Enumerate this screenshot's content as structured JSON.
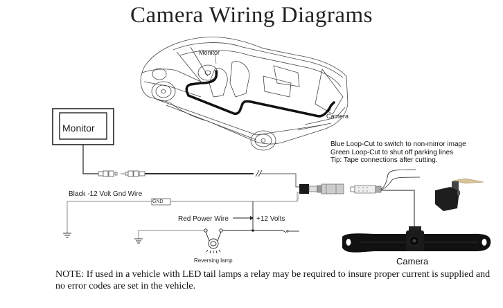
{
  "title": "Camera Wiring Diagrams",
  "car_illustration": {
    "monitor_label": "Monitor",
    "camera_label": "Camera"
  },
  "monitor_box": {
    "label": "Monitor"
  },
  "tips": {
    "blue": "Blue  Loop-Cut to switch to non-mirror image",
    "green": "Green Loop-Cut to shut off parking lines",
    "tip": "Tip: Tape connections after cutting."
  },
  "wiring": {
    "ground_wire_label": "Black -12 Volt Gnd Wire",
    "ground_tag": "GND",
    "power_wire_label": "Red Power Wire",
    "voltage_label": "+12 Volts",
    "lamp_label": "Reversing lamp"
  },
  "camera": {
    "label": "Camera"
  },
  "note": "NOTE: If used in a vehicle with LED tail lamps a relay may be required to insure proper current is supplied and no error codes are set in the vehicle."
}
